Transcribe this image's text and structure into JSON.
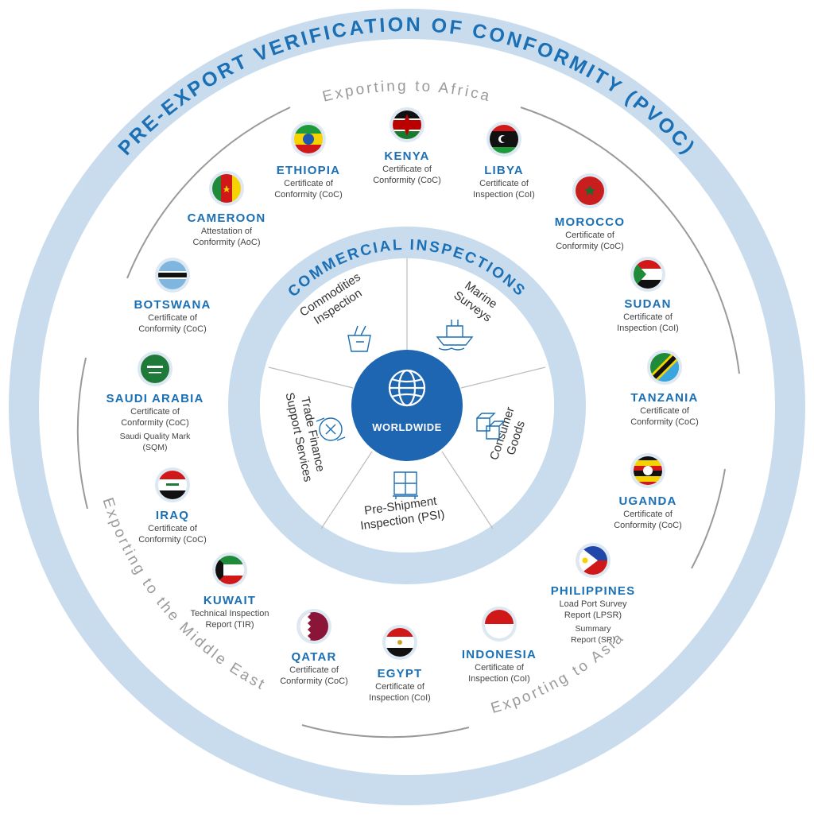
{
  "outer_title": "PRE-EXPORT VERIFICATION OF CONFORMITY (PVOC)",
  "region_africa": "Exporting to Africa",
  "region_middle_east": "Exporting to the Middle East",
  "region_asia": "Exporting to Asia",
  "inner_title": "COMMERCIAL INSPECTIONS",
  "center": {
    "label": "WORLDWIDE",
    "icon": "globe-icon"
  },
  "services": [
    {
      "line1": "Commodities",
      "line2": "Inspection",
      "icon": "wheat-sack-icon"
    },
    {
      "line1": "Marine",
      "line2": "Surveys",
      "icon": "ship-icon"
    },
    {
      "line1": "Consumer",
      "line2": "Goods",
      "icon": "boxes-icon"
    },
    {
      "line1": "Pre-Shipment",
      "line2": "Inspection (PSI)",
      "icon": "pallet-boxes-icon"
    },
    {
      "line1": "Trade Finance",
      "line2": "Support Services",
      "icon": "money-network-icon"
    }
  ],
  "countries": [
    {
      "name": "KENYA",
      "line1": "Certificate of",
      "line2": "Conformity (CoC)",
      "flag": "kenya-flag-icon"
    },
    {
      "name": "ETHIOPIA",
      "line1": "Certificate of",
      "line2": "Conformity (CoC)",
      "flag": "ethiopia-flag-icon"
    },
    {
      "name": "LIBYA",
      "line1": "Certificate of",
      "line2": "Inspection (CoI)",
      "flag": "libya-flag-icon"
    },
    {
      "name": "CAMEROON",
      "line1": "Attestation of",
      "line2": "Conformity (AoC)",
      "flag": "cameroon-flag-icon"
    },
    {
      "name": "MOROCCO",
      "line1": "Certificate of",
      "line2": "Conformity (CoC)",
      "flag": "morocco-flag-icon"
    },
    {
      "name": "BOTSWANA",
      "line1": "Certificate of",
      "line2": "Conformity (CoC)",
      "flag": "botswana-flag-icon"
    },
    {
      "name": "SUDAN",
      "line1": "Certificate of",
      "line2": "Inspection (CoI)",
      "flag": "sudan-flag-icon"
    },
    {
      "name": "SAUDI ARABIA",
      "line1": "Certificate of",
      "line2": "Conformity (CoC)",
      "line3": "Saudi Quality Mark",
      "line4": "(SQM)",
      "flag": "saudi-arabia-flag-icon"
    },
    {
      "name": "TANZANIA",
      "line1": "Certificate of",
      "line2": "Conformity (CoC)",
      "flag": "tanzania-flag-icon"
    },
    {
      "name": "IRAQ",
      "line1": "Certificate of",
      "line2": "Conformity (CoC)",
      "flag": "iraq-flag-icon"
    },
    {
      "name": "UGANDA",
      "line1": "Certificate of",
      "line2": "Conformity (CoC)",
      "flag": "uganda-flag-icon"
    },
    {
      "name": "KUWAIT",
      "line1": "Technical Inspection",
      "line2": "Report (TIR)",
      "flag": "kuwait-flag-icon"
    },
    {
      "name": "PHILIPPINES",
      "line1": "Load Port Survey",
      "line2": "Report (LPSR)",
      "line3": "Summary",
      "line4": "Report (SR)",
      "flag": "philippines-flag-icon"
    },
    {
      "name": "QATAR",
      "line1": "Certificate of",
      "line2": "Conformity (CoC)",
      "flag": "qatar-flag-icon"
    },
    {
      "name": "EGYPT",
      "line1": "Certificate of",
      "line2": "Inspection (CoI)",
      "flag": "egypt-flag-icon"
    },
    {
      "name": "INDONESIA",
      "line1": "Certificate of",
      "line2": "Inspection (CoI)",
      "flag": "indonesia-flag-icon"
    }
  ],
  "colors": {
    "ring": "#c8dced",
    "accent": "#1a6fb5",
    "center": "#1f66b2",
    "gray_line": "#9a9a9a"
  }
}
